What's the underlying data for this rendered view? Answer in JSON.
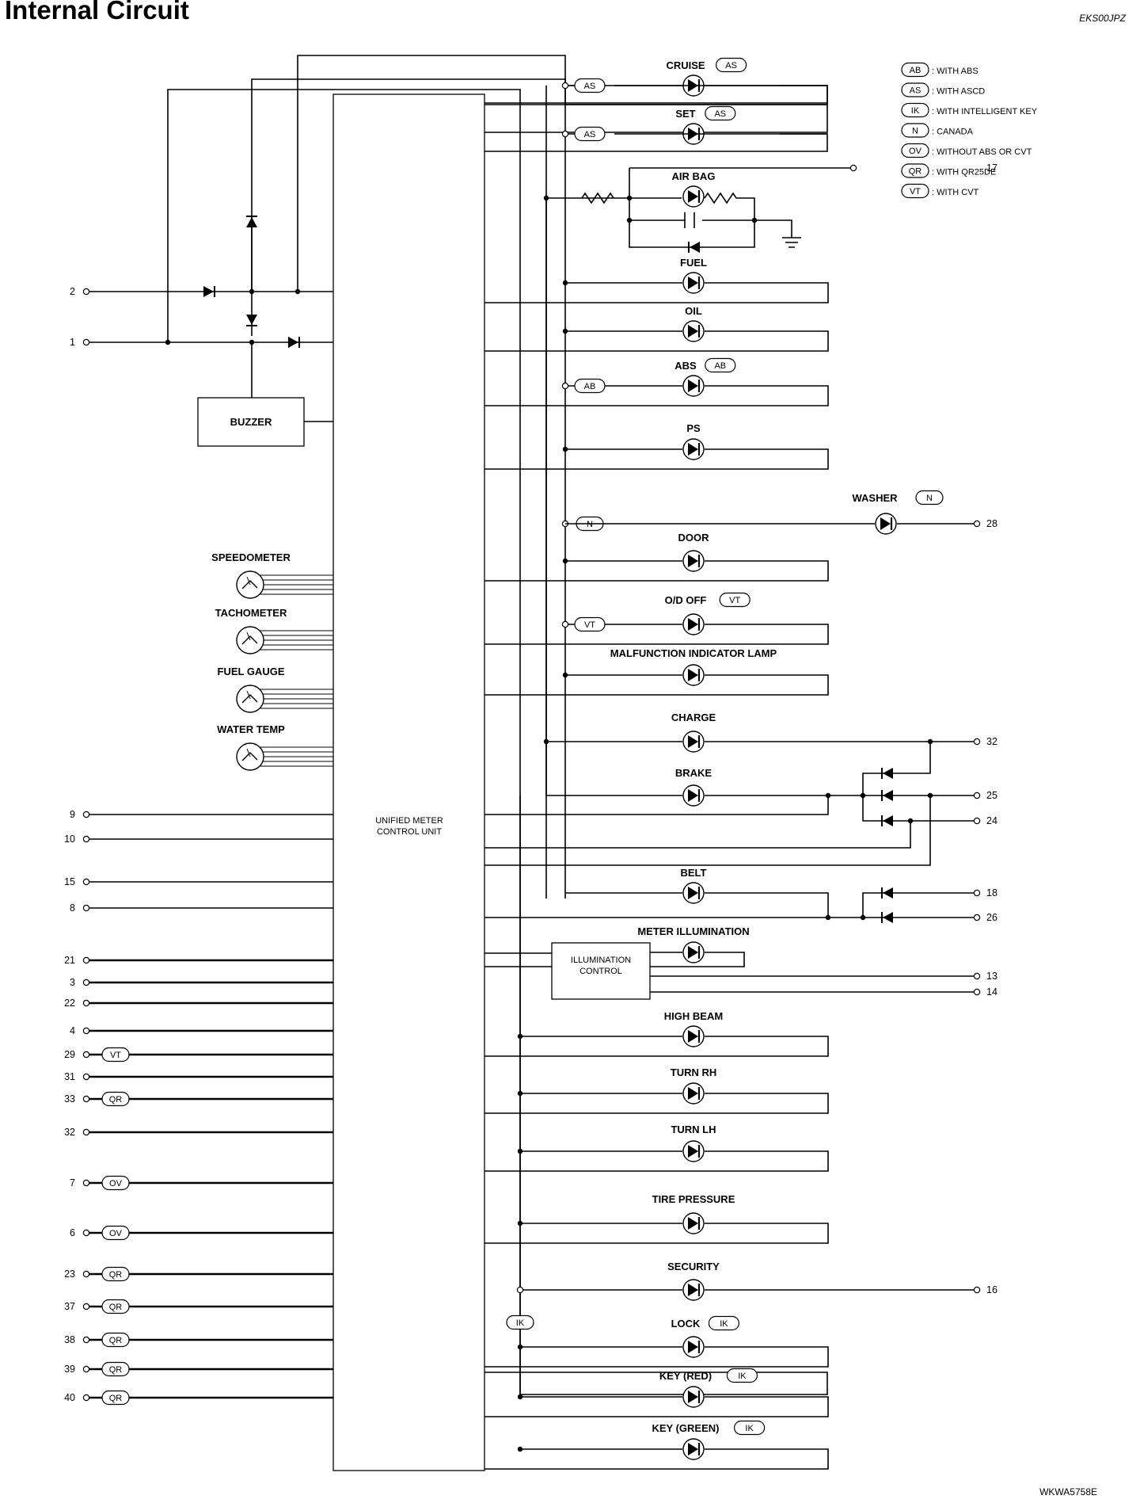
{
  "header": {
    "title": "Internal Circuit",
    "code": "EKS00JPZ"
  },
  "footer": {
    "code": "WKWA5758E"
  },
  "legend": [
    {
      "tag": "AB",
      "text": ": WITH ABS"
    },
    {
      "tag": "AS",
      "text": ": WITH ASCD"
    },
    {
      "tag": "IK",
      "text": ": WITH INTELLIGENT KEY"
    },
    {
      "tag": "N",
      "text": ": CANADA"
    },
    {
      "tag": "OV",
      "text": ": WITHOUT ABS OR CVT"
    },
    {
      "tag": "QR",
      "text": ": WITH QR25DE"
    },
    {
      "tag": "VT",
      "text": ": WITH CVT"
    }
  ],
  "unit": {
    "line1": "UNIFIED METER",
    "line2": "CONTROL UNIT"
  },
  "buzzer": "BUZZER",
  "illumination_control": {
    "line1": "ILLUMINATION",
    "line2": "CONTROL"
  },
  "lamps": [
    {
      "label": "CRUISE",
      "tag": "AS",
      "branch": "AS"
    },
    {
      "label": "SET",
      "tag": "AS",
      "branch": "AS"
    },
    {
      "label": "AIR BAG"
    },
    {
      "label": "FUEL"
    },
    {
      "label": "OIL"
    },
    {
      "label": "ABS",
      "tag": "AB",
      "branch": "AB"
    },
    {
      "label": "PS"
    },
    {
      "label": "WASHER",
      "tag": "N",
      "branch": "N"
    },
    {
      "label": "DOOR"
    },
    {
      "label": "O/D OFF",
      "tag": "VT",
      "branch": "VT"
    },
    {
      "label": "MALFUNCTION INDICATOR LAMP"
    },
    {
      "label": "CHARGE"
    },
    {
      "label": "BRAKE"
    },
    {
      "label": "BELT"
    },
    {
      "label": "METER ILLUMINATION"
    },
    {
      "label": "HIGH BEAM"
    },
    {
      "label": "TURN RH"
    },
    {
      "label": "TURN LH"
    },
    {
      "label": "TIRE PRESSURE"
    },
    {
      "label": "SECURITY"
    },
    {
      "label": "LOCK",
      "tag": "IK"
    },
    {
      "label": "KEY (RED)",
      "tag": "IK"
    },
    {
      "label": "KEY (GREEN)",
      "tag": "IK"
    }
  ],
  "ik_branch": "IK",
  "gauges": [
    "SPEEDOMETER",
    "TACHOMETER",
    "FUEL GAUGE",
    "WATER TEMP"
  ],
  "left_pins": [
    {
      "pin": "2"
    },
    {
      "pin": "1"
    },
    {
      "pin": "9"
    },
    {
      "pin": "10"
    },
    {
      "pin": "15"
    },
    {
      "pin": "8"
    },
    {
      "pin": "21"
    },
    {
      "pin": "3"
    },
    {
      "pin": "22"
    },
    {
      "pin": "4"
    },
    {
      "pin": "29",
      "tag": "VT"
    },
    {
      "pin": "31"
    },
    {
      "pin": "33",
      "tag": "QR"
    },
    {
      "pin": "32"
    },
    {
      "pin": "7",
      "tag": "OV"
    },
    {
      "pin": "6",
      "tag": "OV"
    },
    {
      "pin": "23",
      "tag": "QR"
    },
    {
      "pin": "37",
      "tag": "QR"
    },
    {
      "pin": "38",
      "tag": "QR"
    },
    {
      "pin": "39",
      "tag": "QR"
    },
    {
      "pin": "40",
      "tag": "QR"
    }
  ],
  "right_pins": [
    "17",
    "28",
    "32",
    "25",
    "24",
    "18",
    "26",
    "13",
    "14",
    "16"
  ]
}
